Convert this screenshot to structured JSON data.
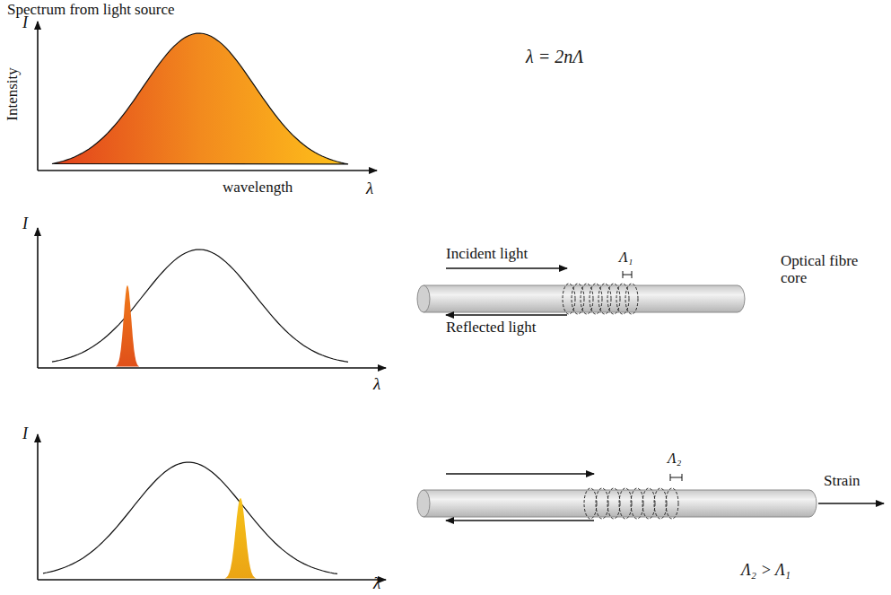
{
  "diagram": {
    "labels": [
      "Spectrum from light source",
      "Intensity",
      "I",
      "wavelength",
      "λ",
      "λ = 2nΛ",
      "I",
      "λ",
      "Incident light",
      "Λ₁",
      "Optical fibre core",
      "Reflected light",
      "I",
      "λ",
      "Λ₂",
      "Strain",
      "Λ₂ > Λ₁"
    ]
  }
}
